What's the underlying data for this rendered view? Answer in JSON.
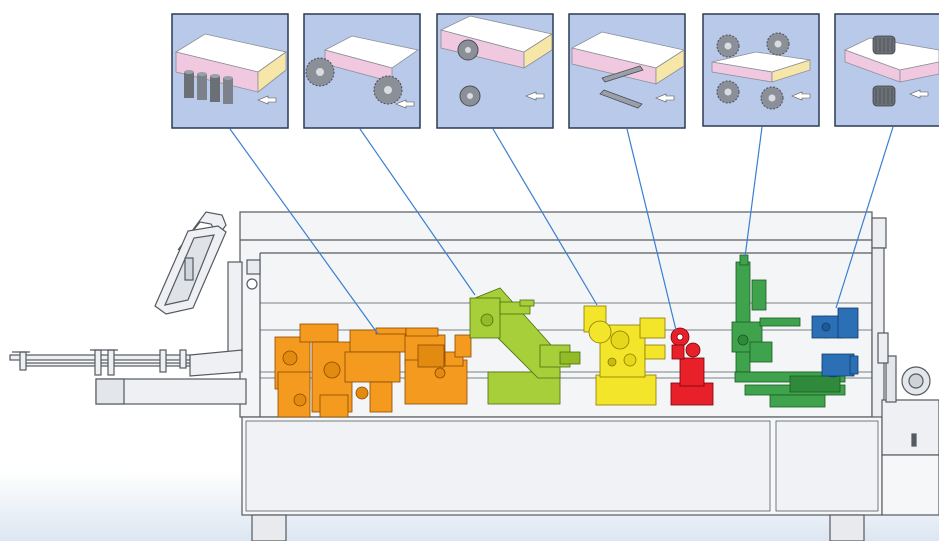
{
  "diagram": {
    "machine": "edgebanding-machine",
    "processing_steps": [
      {
        "id": "gluing",
        "illustration": "glue-rollers-icon",
        "unit_color": "#f39a1f"
      },
      {
        "id": "end-trimming",
        "illustration": "saw-blades-icon",
        "unit_color": "#f39a1f"
      },
      {
        "id": "flush-trimming",
        "illustration": "trim-cutters-icon",
        "unit_color": "#a6cf3a"
      },
      {
        "id": "profile-trimming",
        "illustration": "profile-cutters-icon",
        "unit_color": "#f3e52a"
      },
      {
        "id": "scraping",
        "illustration": "scraper-blade-icon",
        "unit_color": "#e8202a"
      },
      {
        "id": "corner-rounding",
        "illustration": "corner-rounding-cutters-icon",
        "unit_color": "#3fa34d"
      },
      {
        "id": "buffing",
        "illustration": "buffing-wheels-icon",
        "unit_color": "#2b6fb4"
      }
    ],
    "colors": {
      "panel_bg": "#b9c9ea",
      "connector": "#3a7fd0",
      "machine_body": "#f3f4f6",
      "machine_outline": "#555a60"
    }
  }
}
